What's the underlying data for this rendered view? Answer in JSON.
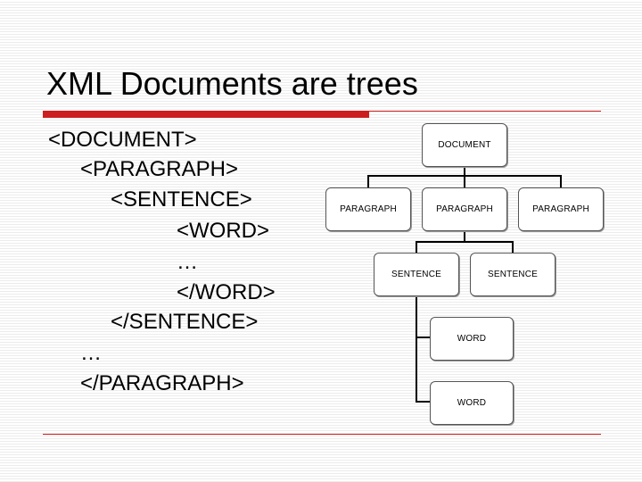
{
  "slide": {
    "title": "XML Documents are trees",
    "code_lines": [
      "<DOCUMENT>",
      "<PARAGRAPH>",
      "<SENTENCE>",
      "<WORD>",
      "…",
      "</WORD>",
      "</SENTENCE>",
      "…",
      "</PARAGRAPH>"
    ]
  },
  "tree": {
    "root": "DOCUMENT",
    "paragraphs": [
      "PARAGRAPH",
      "PARAGRAPH",
      "PARAGRAPH"
    ],
    "sentences": [
      "SENTENCE",
      "SENTENCE"
    ],
    "words": [
      "WORD",
      "WORD"
    ]
  },
  "colors": {
    "accent_rule": "#cc1f1f",
    "background_stripe": "#ececec",
    "node_border": "#555555"
  }
}
